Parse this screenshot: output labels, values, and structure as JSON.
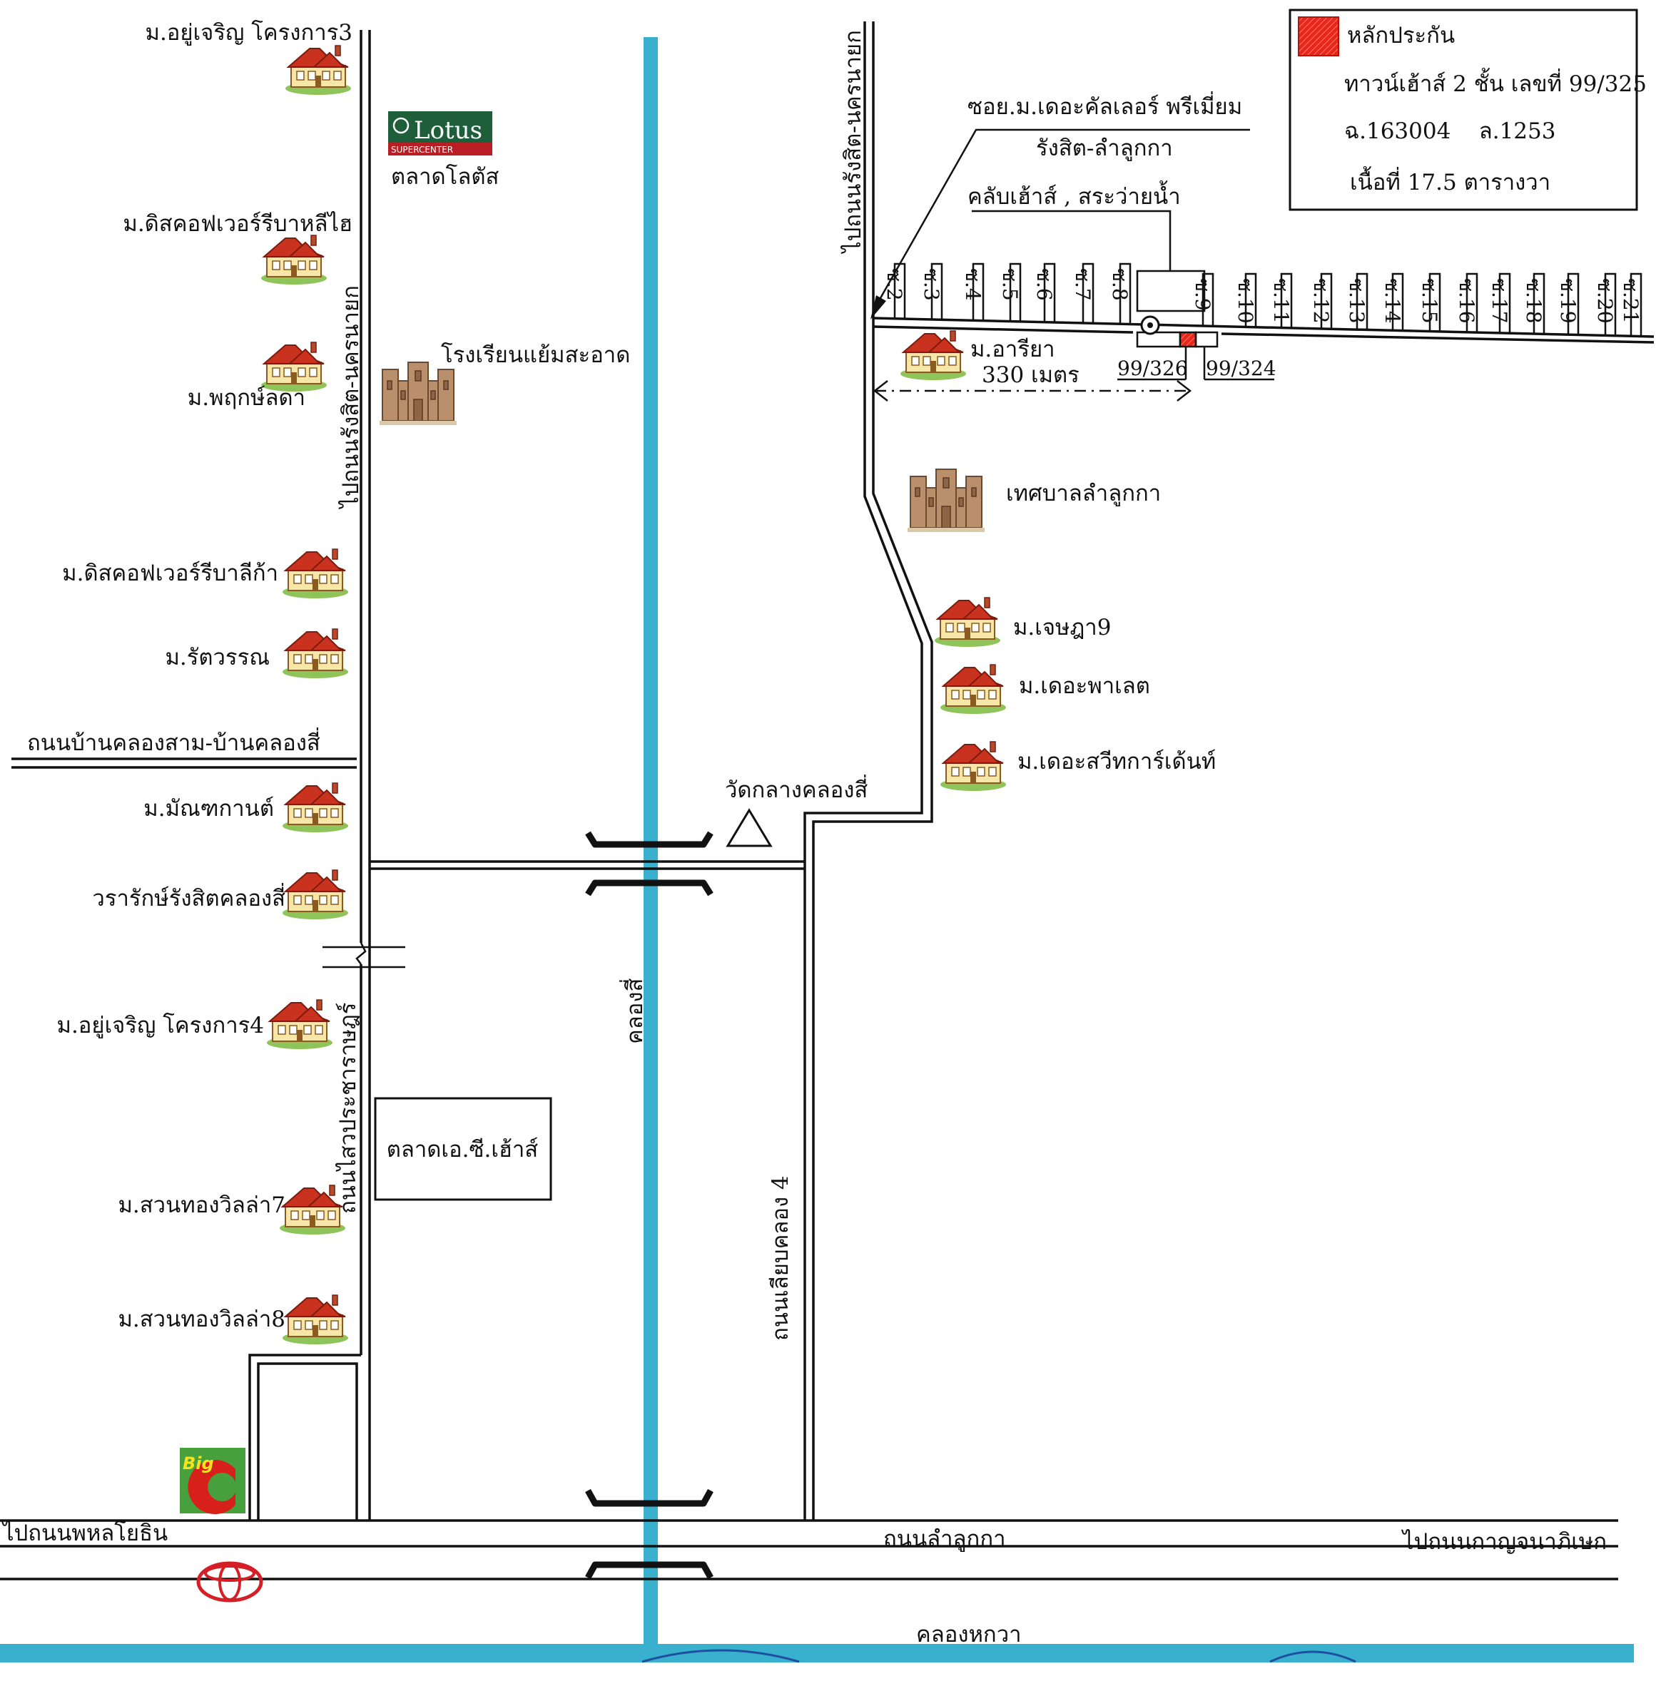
{
  "colors": {
    "canal": "#3ab0cf",
    "collateral_marker": "#e8261c",
    "lotus_green": "#1e5e3a",
    "lotus_red": "#b81e24",
    "bigc_green": "#47a03b",
    "bigc_red": "#d7201a",
    "toyota_red": "#d41f26"
  },
  "legend": {
    "marker_icon": "red-hatched-square-icon",
    "title": "หลักประกัน",
    "line1": "ทาวน์เฮ้าส์ 2 ชั้น เลขที่ 99/325",
    "line2": "ฉ.163004    ล.1253",
    "line3": "เนื้อที่ 17.5 ตารางวา"
  },
  "villages_left": [
    "ม.อยู่เจริญ โครงการ3",
    "ม.ดิสคอฟเวอร์รีบาหลีไฮ",
    "ม.พฤกษ์ลดา",
    "ม.ดิสคอฟเวอร์รีบาลีก้า",
    "ม.รัตวรรณ",
    "ม.มัณฑกานต์",
    "วรารักษ์รังสิตคลองสี่",
    "ม.อยู่เจริญ โครงการ4",
    "ม.สวนทองวิลล่า7",
    "ม.สวนทองวิลล่า8"
  ],
  "villages_right": [
    "ม.อารียา",
    "ม.เจษฎา9",
    "ม.เดอะพาเลต",
    "ม.เดอะสวีทการ์เด้นท์"
  ],
  "landmarks": {
    "lotus_logo_text": "Lotus",
    "lotus_logo_sub": "SUPERCENTER",
    "lotus_market": "ตลาดโลตัส",
    "school": "โรงเรียนแย้มสะอาด",
    "municipality": "เทศบาลลำลูกกา",
    "temple": "วัดกลางคลองสี่",
    "ac_market": "ตลาดเอ.ซี.เฮ้าส์",
    "bigc_text": "Big",
    "bigc_letter": "C"
  },
  "roads": {
    "rangsit_left": "ไปถนนรังสิต-นครนายก",
    "rangsit_right": "ไปถนนรังสิต-นครนายก",
    "ban_khlong": "ถนนบ้านคลองสาม-บ้านคลองสี่",
    "sai_prachaprathan": "ถนนไสวประชาราษฎร์",
    "liap_khlong4": "ถนนเลียบคลอง 4",
    "lamlukka": "ถนนลำลูกกา",
    "to_phahon": "ไปถนนพหลโยธิน",
    "to_kanchana": "ไปถนนกาญจนาภิเษก"
  },
  "canals": {
    "khlong4": "คลองสี่",
    "khlong_hok_wa": "คลองหกวา"
  },
  "soi": {
    "name_line1": "ซอย.ม.เดอะคัลเลอร์ พรีเมี่ยม",
    "name_line2": "รังสิต-ลำลูกกา",
    "club": "คลับเฮ้าส์ , สระว่ายน้ำ",
    "distance": "330 เมตร",
    "unit_left": "99/326",
    "unit_right": "99/324",
    "labels": [
      "ซ.2",
      "ซ.3",
      "ซ.4",
      "ซ.5",
      "ซ.6",
      "ซ.7",
      "ซ.8",
      "ซ.9",
      "ซ.10",
      "ซ.11",
      "ซ.12",
      "ซ.13",
      "ซ.14",
      "ซ.15",
      "ซ.16",
      "ซ.17",
      "ซ.18",
      "ซ.19",
      "ซ.20",
      "ซ.21"
    ]
  }
}
